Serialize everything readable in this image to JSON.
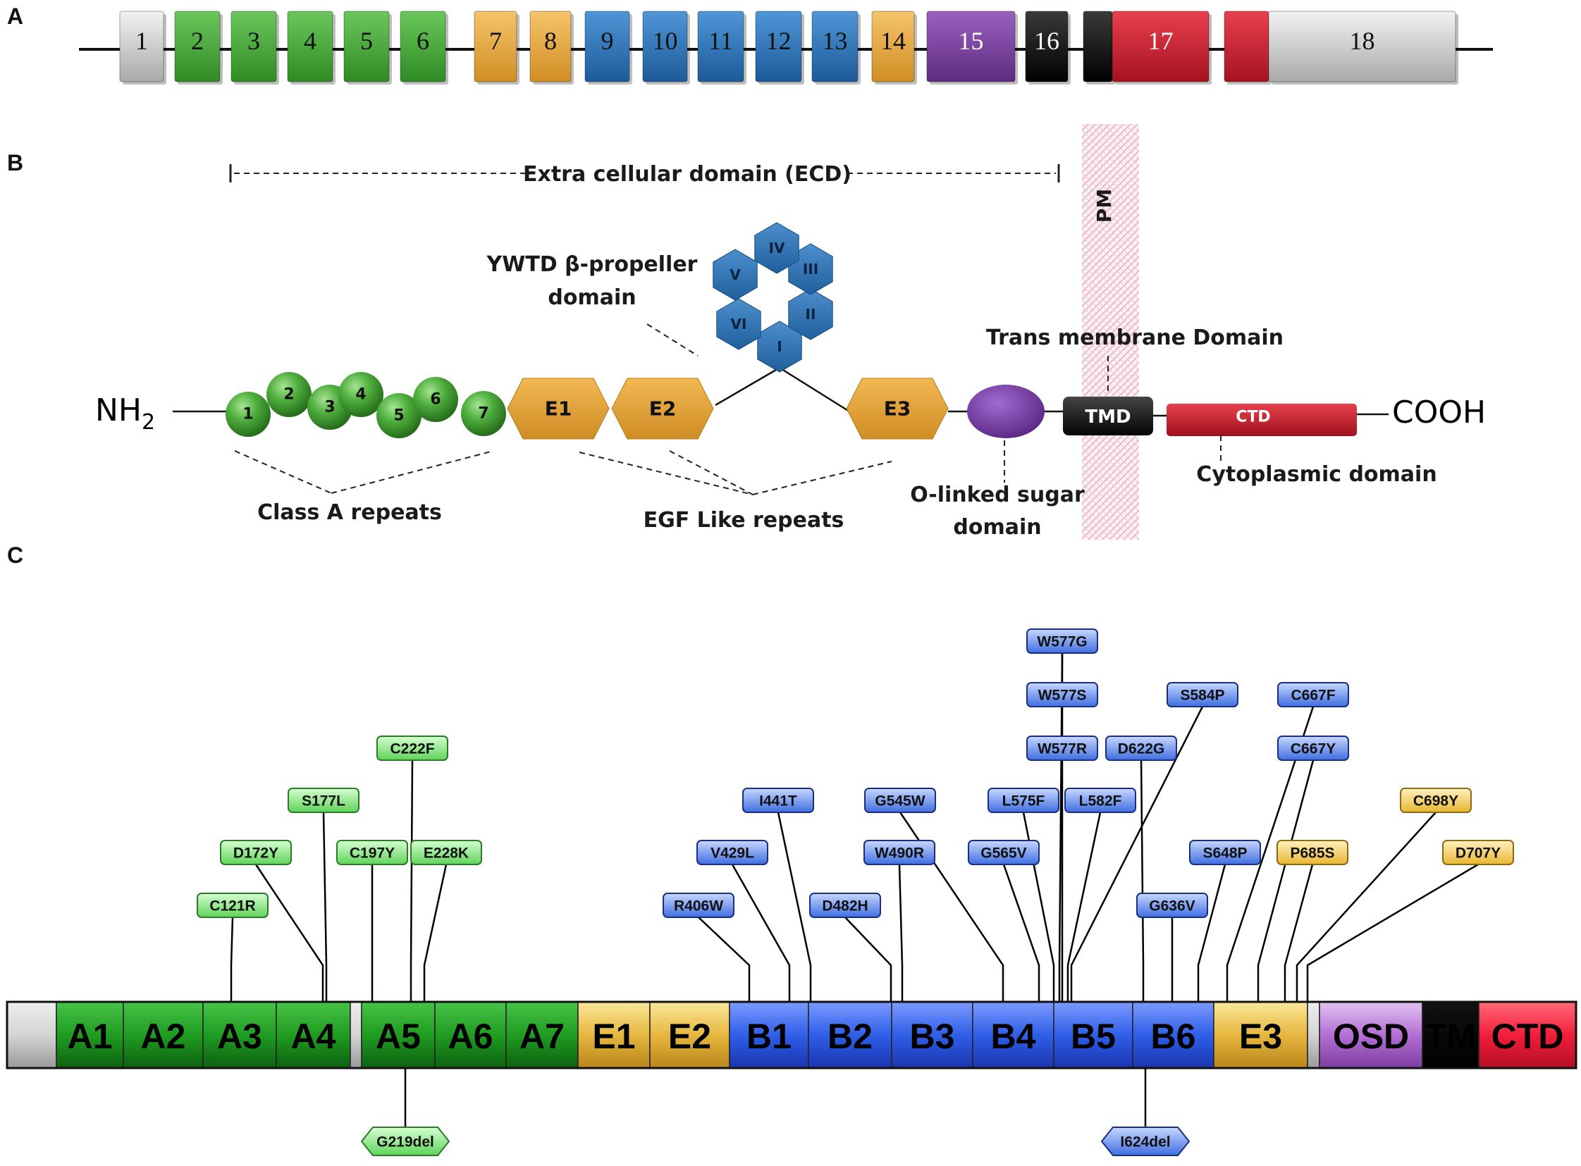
{
  "panels": {
    "a": "A",
    "b": "B",
    "c": "C"
  },
  "colors": {
    "grey": "#c8c8c8",
    "green": "#4aa83a",
    "orange": "#e9a93f",
    "blue": "#2a72b8",
    "purple": "#7a3f9c",
    "black": "#111111",
    "red": "#cc1c2c",
    "mut_green": "#9ee89a",
    "mut_blue": "#5a86e6",
    "mut_orange": "#f2cf67"
  },
  "panel_a": {
    "exons": [
      {
        "label": "1",
        "color": "grey"
      },
      {
        "label": "2",
        "color": "green"
      },
      {
        "label": "3",
        "color": "green"
      },
      {
        "label": "4",
        "color": "green"
      },
      {
        "label": "5",
        "color": "green"
      },
      {
        "label": "6",
        "color": "green"
      },
      {
        "label": "7",
        "color": "orange"
      },
      {
        "label": "8",
        "color": "orange"
      },
      {
        "label": "9",
        "color": "blue"
      },
      {
        "label": "10",
        "color": "blue"
      },
      {
        "label": "11",
        "color": "blue"
      },
      {
        "label": "12",
        "color": "blue"
      },
      {
        "label": "13",
        "color": "blue"
      },
      {
        "label": "14",
        "color": "orange"
      },
      {
        "label": "15",
        "color": "purple"
      },
      {
        "label": "16",
        "color": "black"
      },
      {
        "label": "",
        "color": "black"
      },
      {
        "label": "17",
        "color": "red"
      },
      {
        "label": "",
        "color": "red"
      },
      {
        "label": "18",
        "color": "grey"
      }
    ]
  },
  "panel_b": {
    "ecd_label": "Extra cellular domain (ECD)",
    "pm_label": "PM",
    "nh2": "NH",
    "nh2_sub": "2",
    "cooh": "COOH",
    "class_a_beads": [
      "1",
      "2",
      "3",
      "4",
      "5",
      "6",
      "7"
    ],
    "egf": [
      "E1",
      "E2",
      "E3"
    ],
    "propeller_blades": [
      "I",
      "II",
      "III",
      "IV",
      "V",
      "VI"
    ],
    "tmd": "TMD",
    "ctd": "CTD",
    "ywtd_line1": "YWTD β-propeller",
    "ywtd_line2": "domain",
    "tm_domain_label": "Trans membrane Domain",
    "class_a_label": "Class  A repeats",
    "egf_label": "EGF Like repeats",
    "osd_line1": "O-linked sugar",
    "osd_line2": "domain",
    "cyto_label": "Cytoplasmic domain"
  },
  "panel_c": {
    "domains": [
      {
        "label": "",
        "color": "grey"
      },
      {
        "label": "A1",
        "color": "green"
      },
      {
        "label": "A2",
        "color": "green"
      },
      {
        "label": "A3",
        "color": "green"
      },
      {
        "label": "A4",
        "color": "green"
      },
      {
        "label": "",
        "color": "grey"
      },
      {
        "label": "A5",
        "color": "green"
      },
      {
        "label": "A6",
        "color": "green"
      },
      {
        "label": "A7",
        "color": "green"
      },
      {
        "label": "E1",
        "color": "orange"
      },
      {
        "label": "E2",
        "color": "orange"
      },
      {
        "label": "B1",
        "color": "blue"
      },
      {
        "label": "B2",
        "color": "blue"
      },
      {
        "label": "B3",
        "color": "blue"
      },
      {
        "label": "B4",
        "color": "blue"
      },
      {
        "label": "B5",
        "color": "blue"
      },
      {
        "label": "B6",
        "color": "blue"
      },
      {
        "label": "E3",
        "color": "orange"
      },
      {
        "label": "",
        "color": "grey"
      },
      {
        "label": "OSD",
        "color": "purple"
      },
      {
        "label": "TM",
        "color": "black"
      },
      {
        "label": "CTD",
        "color": "red"
      }
    ],
    "mutations_above": [
      {
        "label": "C121R",
        "color": "mut_green"
      },
      {
        "label": "D172Y",
        "color": "mut_green"
      },
      {
        "label": "S177L",
        "color": "mut_green"
      },
      {
        "label": "C197Y",
        "color": "mut_green"
      },
      {
        "label": "C222F",
        "color": "mut_green"
      },
      {
        "label": "E228K",
        "color": "mut_green"
      },
      {
        "label": "R406W",
        "color": "mut_blue"
      },
      {
        "label": "V429L",
        "color": "mut_blue"
      },
      {
        "label": "I441T",
        "color": "mut_blue"
      },
      {
        "label": "D482H",
        "color": "mut_blue"
      },
      {
        "label": "W490R",
        "color": "mut_blue"
      },
      {
        "label": "G545W",
        "color": "mut_blue"
      },
      {
        "label": "G565V",
        "color": "mut_blue"
      },
      {
        "label": "L575F",
        "color": "mut_blue"
      },
      {
        "label": "W577G",
        "color": "mut_blue"
      },
      {
        "label": "W577S",
        "color": "mut_blue"
      },
      {
        "label": "W577R",
        "color": "mut_blue"
      },
      {
        "label": "L582F",
        "color": "mut_blue"
      },
      {
        "label": "S584P",
        "color": "mut_blue"
      },
      {
        "label": "D622G",
        "color": "mut_blue"
      },
      {
        "label": "G636V",
        "color": "mut_blue"
      },
      {
        "label": "S648P",
        "color": "mut_blue"
      },
      {
        "label": "C667F",
        "color": "mut_blue"
      },
      {
        "label": "C667Y",
        "color": "mut_blue"
      },
      {
        "label": "P685S",
        "color": "mut_orange"
      },
      {
        "label": "C698Y",
        "color": "mut_orange"
      },
      {
        "label": "D707Y",
        "color": "mut_orange"
      }
    ],
    "mutations_below": [
      {
        "label": "G219del",
        "color": "mut_green"
      },
      {
        "label": "I624del",
        "color": "mut_blue"
      }
    ]
  }
}
